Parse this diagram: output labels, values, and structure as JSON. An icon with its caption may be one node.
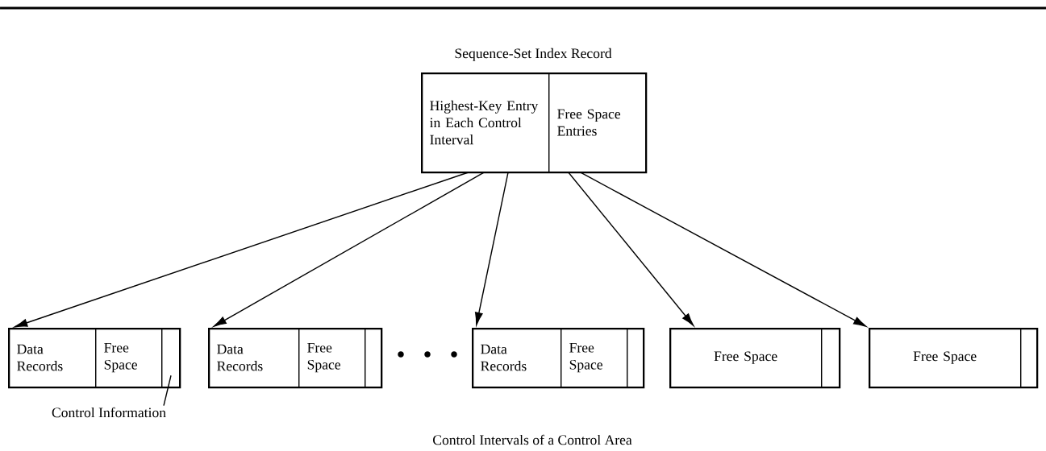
{
  "diagram": {
    "caption": "Control Intervals of a Control Area",
    "nodes": [
      {
        "text": [
          "Sequence-Set Index Record"
        ]
      },
      {
        "text": [
          "Highest-Key Entry in Each Control Interval"
        ],
        "in": 0
      },
      {
        "text": [
          "Free Space Entries"
        ],
        "in": 0
      },
      {
        "text": [],
        "shape": "box"
      },
      {
        "text": [
          "Data Records"
        ],
        "in": 3
      },
      {
        "text": [
          "Free Space"
        ],
        "in": 3
      },
      {
        "text": [],
        "shape": "box",
        "in": 3
      },
      {
        "text": [],
        "shape": "box"
      },
      {
        "text": [
          "Data Records"
        ],
        "in": 7
      },
      {
        "text": [
          "Free Space"
        ],
        "in": 7
      },
      {
        "text": [],
        "shape": "box",
        "in": 7
      },
      {
        "text": [],
        "shape": "box"
      },
      {
        "text": [
          "Data Records"
        ],
        "in": 11
      },
      {
        "text": [
          "Free Space"
        ],
        "in": 11
      },
      {
        "text": [],
        "shape": "box",
        "in": 11
      },
      {
        "text": [],
        "shape": "box"
      },
      {
        "text": [
          "Free Space"
        ],
        "in": 15
      },
      {
        "text": [],
        "shape": "box",
        "in": 15
      },
      {
        "text": [],
        "shape": "box"
      },
      {
        "text": [
          "Free Space"
        ],
        "in": 18
      },
      {
        "text": [],
        "shape": "box",
        "in": 18
      },
      {
        "text": [
          "Control Information"
        ]
      }
    ],
    "edges": [
      {
        "from": 1,
        "to": 3,
        "arrow": "to"
      },
      {
        "from": 1,
        "to": 7,
        "arrow": "to"
      },
      {
        "from": 1,
        "to": 11,
        "arrow": "to"
      },
      {
        "from": 2,
        "to": 15,
        "arrow": "to"
      },
      {
        "from": 2,
        "to": 18,
        "arrow": "to"
      },
      {
        "from": 21,
        "to": 6,
        "arrow": "none"
      }
    ]
  }
}
